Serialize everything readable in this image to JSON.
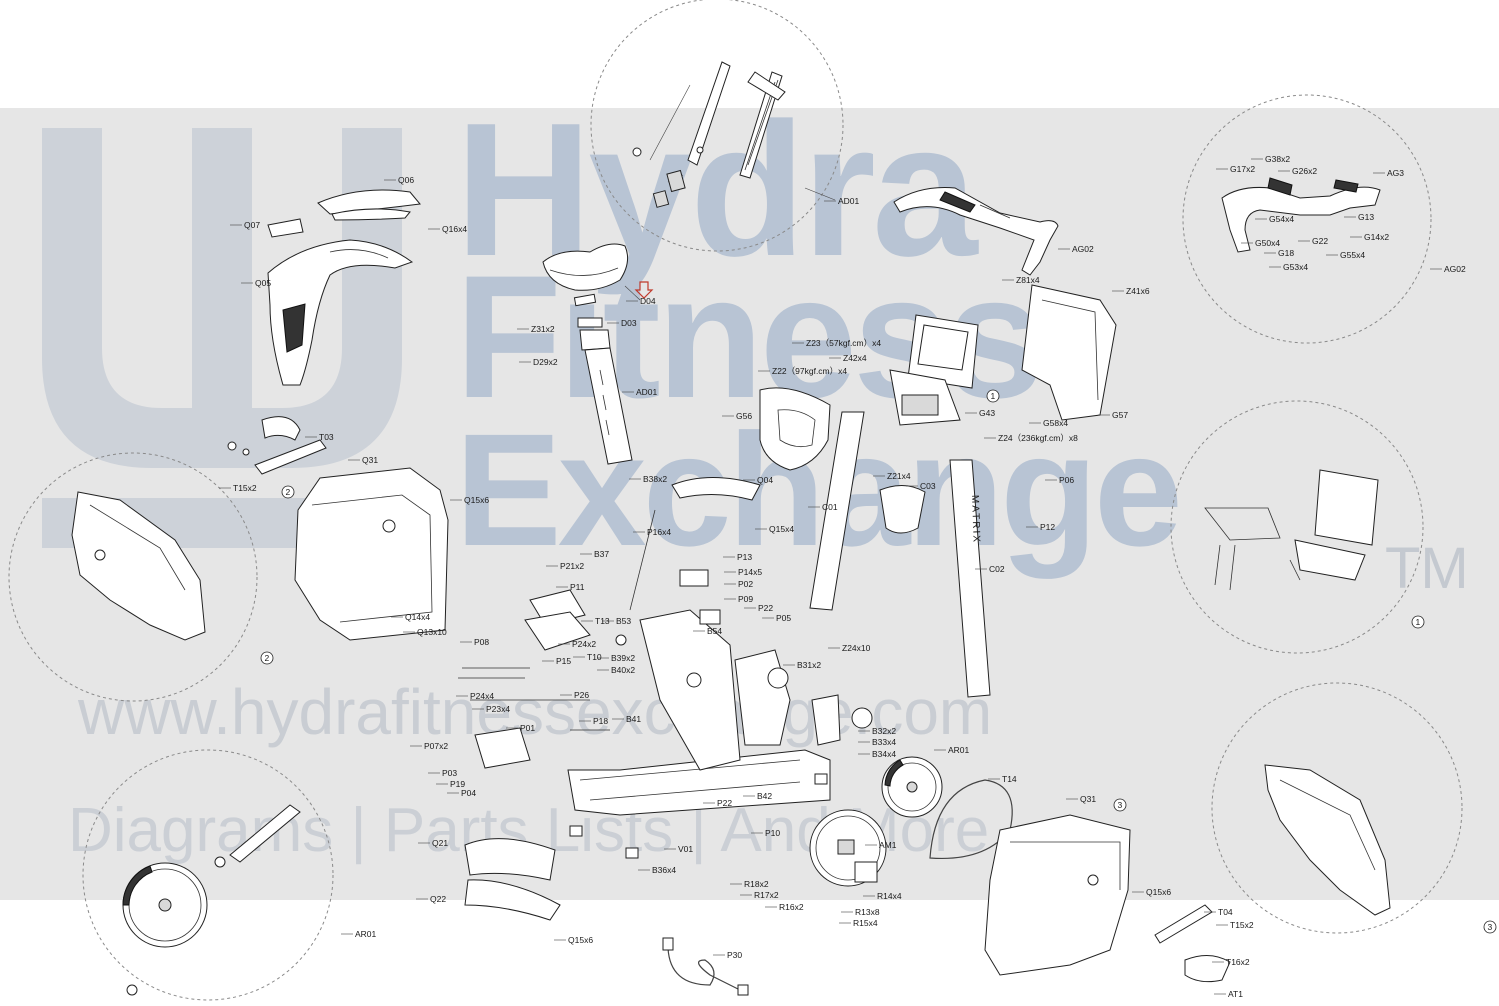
{
  "watermark": {
    "brand_lines": [
      "Hydra",
      "Fitness",
      "Exchange"
    ],
    "trademark": "TM",
    "url": "www.hydrafitnessexchange.com",
    "tagline": "Diagrams | Parts Lists | And More"
  },
  "frame_brand": "MATRIX",
  "callouts": [
    {
      "id": "c-q06",
      "text": "Q06"
    },
    {
      "id": "c-q07",
      "text": "Q07"
    },
    {
      "id": "c-q16x4",
      "text": "Q16x4"
    },
    {
      "id": "c-q05",
      "text": "Q05"
    },
    {
      "id": "c-ad01-top",
      "text": "AD01"
    },
    {
      "id": "c-d04",
      "text": "D04"
    },
    {
      "id": "c-d03",
      "text": "D03"
    },
    {
      "id": "c-z31x2",
      "text": "Z31x2"
    },
    {
      "id": "c-d29x2",
      "text": "D29x2"
    },
    {
      "id": "c-ad01",
      "text": "AD01"
    },
    {
      "id": "c-ag02",
      "text": "AG02"
    },
    {
      "id": "c-z81x4",
      "text": "Z81x4"
    },
    {
      "id": "c-z41x6",
      "text": "Z41x6"
    },
    {
      "id": "c-z23",
      "text": "Z23（57kgf.cm）x4"
    },
    {
      "id": "c-z42x4",
      "text": "Z42x4"
    },
    {
      "id": "c-z22",
      "text": "Z22（97kgf.cm）x4"
    },
    {
      "id": "c-g43",
      "text": "G43"
    },
    {
      "id": "c-g58x4",
      "text": "G58x4"
    },
    {
      "id": "c-g57",
      "text": "G57"
    },
    {
      "id": "c-z24",
      "text": "Z24（236kgf.cm）x8"
    },
    {
      "id": "c-g56",
      "text": "G56"
    },
    {
      "id": "c-g17x2",
      "text": "G17x2"
    },
    {
      "id": "c-g38x2",
      "text": "G38x2"
    },
    {
      "id": "c-g26x2",
      "text": "G26x2"
    },
    {
      "id": "c-ag3",
      "text": "AG3"
    },
    {
      "id": "c-g54x4",
      "text": "G54x4"
    },
    {
      "id": "c-g13",
      "text": "G13"
    },
    {
      "id": "c-g50x4",
      "text": "G50x4"
    },
    {
      "id": "c-g22",
      "text": "G22"
    },
    {
      "id": "c-g14x2",
      "text": "G14x2"
    },
    {
      "id": "c-g18",
      "text": "G18"
    },
    {
      "id": "c-g55x4",
      "text": "G55x4"
    },
    {
      "id": "c-g53x4",
      "text": "G53x4"
    },
    {
      "id": "c-ag02-circle",
      "text": "AG02"
    },
    {
      "id": "c-t03",
      "text": "T03"
    },
    {
      "id": "c-t15x2",
      "text": "T15x2"
    },
    {
      "id": "c-q31",
      "text": "Q31"
    },
    {
      "id": "c-q15x6",
      "text": "Q15x6"
    },
    {
      "id": "c-b38x2",
      "text": "B38x2"
    },
    {
      "id": "c-q04",
      "text": "Q04"
    },
    {
      "id": "c-q15x4",
      "text": "Q15x4"
    },
    {
      "id": "c-z21x4",
      "text": "Z21x4"
    },
    {
      "id": "c-c03",
      "text": "C03"
    },
    {
      "id": "c-p06",
      "text": "P06"
    },
    {
      "id": "c-c01",
      "text": "C01"
    },
    {
      "id": "c-p12",
      "text": "P12"
    },
    {
      "id": "c-p16x4",
      "text": "P16x4"
    },
    {
      "id": "c-p13",
      "text": "P13"
    },
    {
      "id": "c-b37",
      "text": "B37"
    },
    {
      "id": "c-p14x5",
      "text": "P14x5"
    },
    {
      "id": "c-p02",
      "text": "P02"
    },
    {
      "id": "c-p21x2",
      "text": "P21x2"
    },
    {
      "id": "c-p11",
      "text": "P11"
    },
    {
      "id": "c-p09",
      "text": "P09"
    },
    {
      "id": "c-c02",
      "text": "C02"
    },
    {
      "id": "c-t13",
      "text": "T13"
    },
    {
      "id": "c-b53",
      "text": "B53"
    },
    {
      "id": "c-p22",
      "text": "P22"
    },
    {
      "id": "c-p05",
      "text": "P05"
    },
    {
      "id": "c-q14x4",
      "text": "Q14x4"
    },
    {
      "id": "c-q13x10",
      "text": "Q13x10"
    },
    {
      "id": "c-p24x2",
      "text": "P24x2"
    },
    {
      "id": "c-t10",
      "text": "T10"
    },
    {
      "id": "c-b54",
      "text": "B54"
    },
    {
      "id": "c-z24x10",
      "text": "Z24x10"
    },
    {
      "id": "c-p15",
      "text": "P15"
    },
    {
      "id": "c-b39x2",
      "text": "B39x2"
    },
    {
      "id": "c-b40x2",
      "text": "B40x2"
    },
    {
      "id": "c-p08",
      "text": "P08"
    },
    {
      "id": "c-b31x2",
      "text": "B31x2"
    },
    {
      "id": "c-p24x4",
      "text": "P24x4"
    },
    {
      "id": "c-p26",
      "text": "P26"
    },
    {
      "id": "c-p23x4",
      "text": "P23x4"
    },
    {
      "id": "c-p18",
      "text": "P18"
    },
    {
      "id": "c-b41",
      "text": "B41"
    },
    {
      "id": "c-p01",
      "text": "P01"
    },
    {
      "id": "c-b32x2",
      "text": "B32x2"
    },
    {
      "id": "c-b33x4",
      "text": "B33x4"
    },
    {
      "id": "c-b34x4",
      "text": "B34x4"
    },
    {
      "id": "c-ar01",
      "text": "AR01"
    },
    {
      "id": "c-p07x2",
      "text": "P07x2"
    },
    {
      "id": "c-p03",
      "text": "P03"
    },
    {
      "id": "c-p19",
      "text": "P19"
    },
    {
      "id": "c-p04",
      "text": "P04"
    },
    {
      "id": "c-t14",
      "text": "T14"
    },
    {
      "id": "c-p22b",
      "text": "P22"
    },
    {
      "id": "c-b42",
      "text": "B42"
    },
    {
      "id": "c-q31b",
      "text": "Q31"
    },
    {
      "id": "c-q21",
      "text": "Q21"
    },
    {
      "id": "c-p10",
      "text": "P10"
    },
    {
      "id": "c-v01",
      "text": "V01"
    },
    {
      "id": "c-am1",
      "text": "AM1"
    },
    {
      "id": "c-b36x4",
      "text": "B36x4"
    },
    {
      "id": "c-q22",
      "text": "Q22"
    },
    {
      "id": "c-r18x2",
      "text": "R18x2"
    },
    {
      "id": "c-r17x2",
      "text": "R17x2"
    },
    {
      "id": "c-r16x2",
      "text": "R16x2"
    },
    {
      "id": "c-r14x4",
      "text": "R14x4"
    },
    {
      "id": "c-r13x8",
      "text": "R13x8"
    },
    {
      "id": "c-r15x4",
      "text": "R15x4"
    },
    {
      "id": "c-q15x6b",
      "text": "Q15x6"
    },
    {
      "id": "c-t04",
      "text": "T04"
    },
    {
      "id": "c-t15x2b",
      "text": "T15x2"
    },
    {
      "id": "c-t16x2",
      "text": "T16x2"
    },
    {
      "id": "c-ar01-circle",
      "text": "AR01"
    },
    {
      "id": "c-q15x6c",
      "text": "Q15x6"
    },
    {
      "id": "c-p30",
      "text": "P30"
    },
    {
      "id": "c-at1",
      "text": "AT1"
    }
  ],
  "markers": [
    {
      "id": "m-1a",
      "text": "1"
    },
    {
      "id": "m-1b",
      "text": "1"
    },
    {
      "id": "m-2a",
      "text": "2"
    },
    {
      "id": "m-2b",
      "text": "2"
    },
    {
      "id": "m-3a",
      "text": "3"
    },
    {
      "id": "m-3b",
      "text": "3"
    }
  ],
  "colors": {
    "band": "#e6e6e6",
    "line": "#222222",
    "watermark": "#b8c4d4",
    "highlight_arrow": "#c0392b"
  }
}
